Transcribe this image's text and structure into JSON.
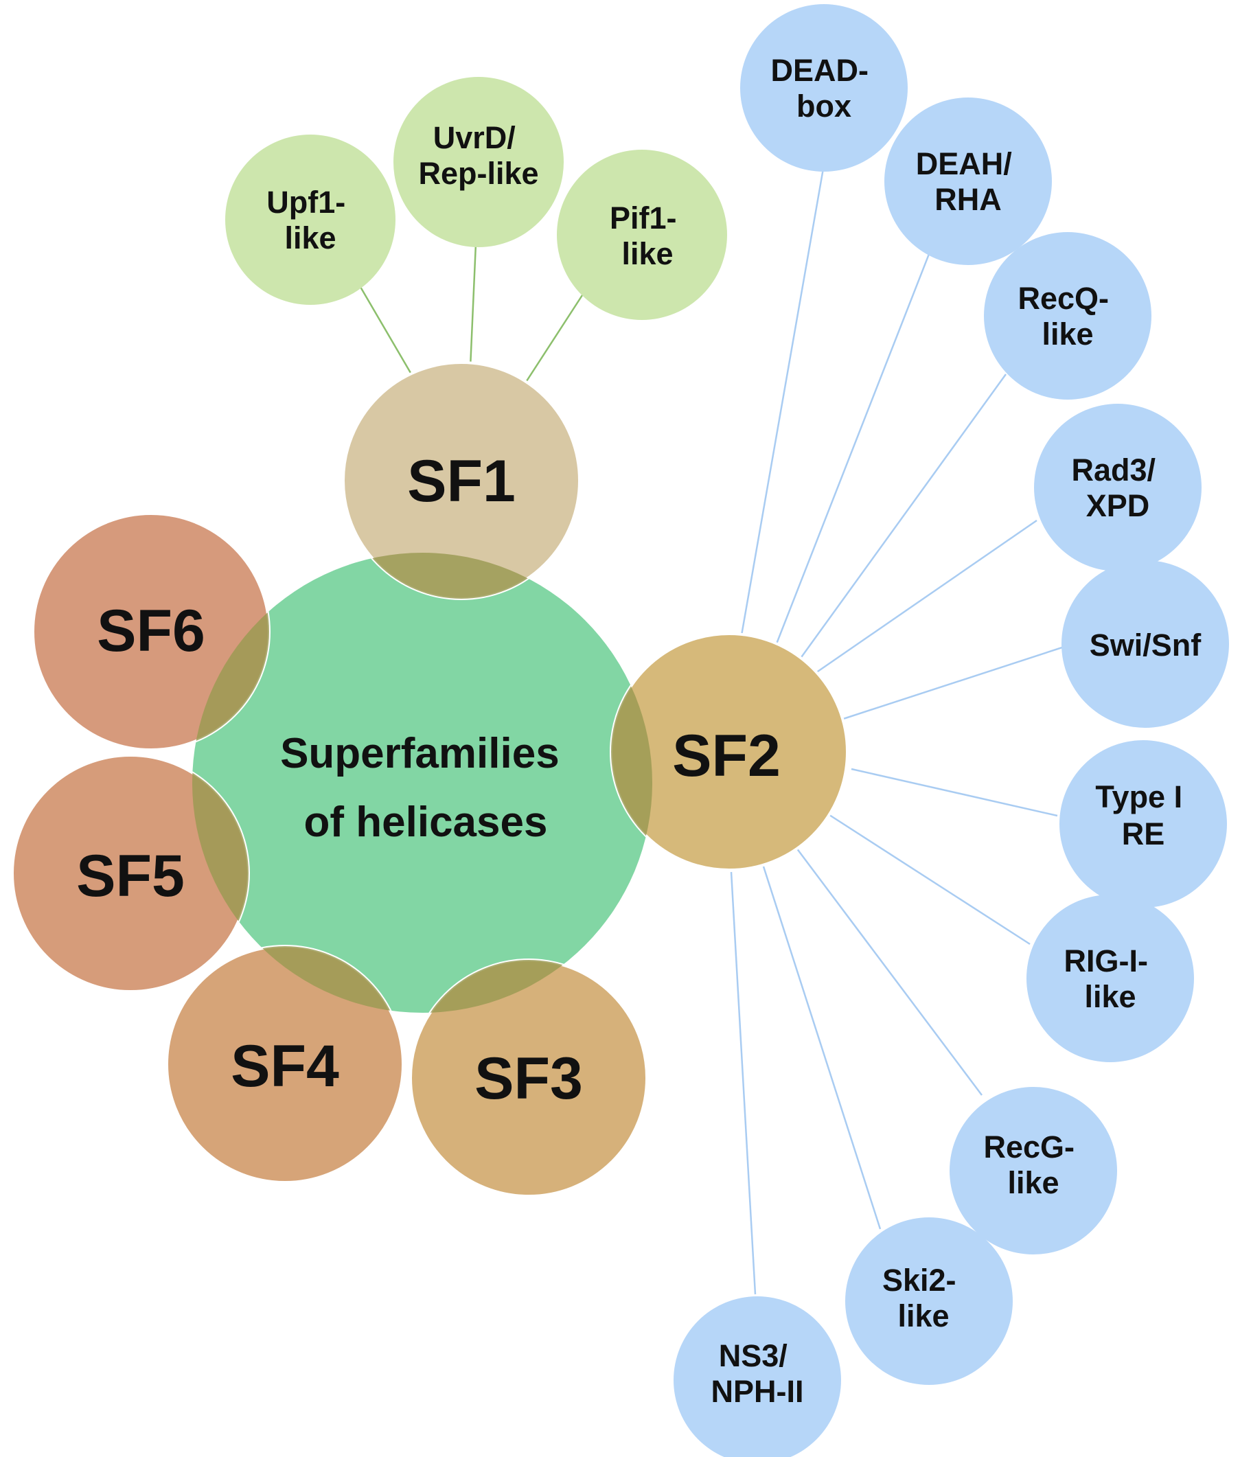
{
  "colors": {
    "center": "#82d6a4",
    "sf1": "#d8c8a4",
    "sf2": "#d6b97a",
    "sf3": "#d6b17a",
    "sf4": "#d6a478",
    "sf5": "#d69c7a",
    "sf6": "#d69a7c",
    "sf1_sub": "#cde6ad",
    "sf2_sub": "#b6d6f8",
    "sf1_connector": "#8cbf6c",
    "sf2_connector": "#a9ccf2",
    "overlap_fill": "#9a9a52"
  },
  "center": {
    "lines": [
      "Superfamilies",
      "of helicases"
    ]
  },
  "superfamilies": [
    {
      "id": "sf1",
      "label": "SF1"
    },
    {
      "id": "sf2",
      "label": "SF2"
    },
    {
      "id": "sf3",
      "label": "SF3"
    },
    {
      "id": "sf4",
      "label": "SF4"
    },
    {
      "id": "sf5",
      "label": "SF5"
    },
    {
      "id": "sf6",
      "label": "SF6"
    }
  ],
  "sf1_families": [
    {
      "lines": [
        "Upf1-",
        "like"
      ]
    },
    {
      "lines": [
        "UvrD/",
        "Rep-like"
      ]
    },
    {
      "lines": [
        "Pif1-",
        "like"
      ]
    }
  ],
  "sf2_families": [
    {
      "lines": [
        "DEAD-",
        "box"
      ]
    },
    {
      "lines": [
        "DEAH/",
        "RHA"
      ]
    },
    {
      "lines": [
        "RecQ-",
        "like"
      ]
    },
    {
      "lines": [
        "Rad3/",
        "XPD"
      ]
    },
    {
      "lines": [
        "Swi/Snf"
      ]
    },
    {
      "lines": [
        "Type I",
        "RE"
      ]
    },
    {
      "lines": [
        "RIG-I-",
        "like"
      ]
    },
    {
      "lines": [
        "RecG-",
        "like"
      ]
    },
    {
      "lines": [
        "Ski2-",
        "like"
      ]
    },
    {
      "lines": [
        "NS3/",
        "NPH-II"
      ]
    }
  ]
}
